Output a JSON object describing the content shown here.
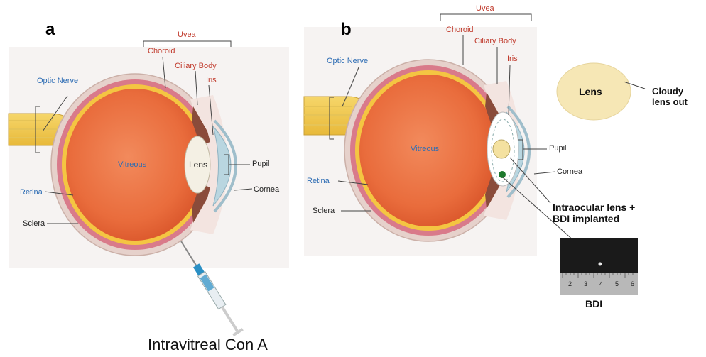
{
  "panel_a": {
    "letter": "a",
    "labels": {
      "uvea": "Uvea",
      "choroid": "Choroid",
      "ciliary_body": "Ciliary Body",
      "iris": "Iris",
      "optic_nerve": "Optic Nerve",
      "vitreous": "Vitreous",
      "lens": "Lens",
      "pupil": "Pupil",
      "cornea": "Cornea",
      "retina": "Retina",
      "sclera": "Sclera"
    },
    "caption": "Intravitreal Con A"
  },
  "panel_b": {
    "letter": "b",
    "labels": {
      "uvea": "Uvea",
      "choroid": "Choroid",
      "ciliary_body": "Ciliary Body",
      "iris": "Iris",
      "optic_nerve": "Optic Nerve",
      "vitreous": "Vitreous",
      "pupil": "Pupil",
      "cornea": "Cornea",
      "retina": "Retina",
      "sclera": "Sclera"
    },
    "removed_lens_label": "Lens",
    "cloudy_lens": "Cloudy\nlens out",
    "iol_label": "Intraocular lens +\nBDI implanted",
    "bdi_label": "BDI",
    "ruler_ticks": [
      "2",
      "3",
      "4",
      "5",
      "6"
    ]
  },
  "colors": {
    "vitreous_orange": "#ec7b48",
    "uvea_red": "#c0392b",
    "retina_blue": "#2e6db4",
    "sclera": "#e9d8d2",
    "cornea": "#b9d6e0",
    "bdi_dot": "#1e7a2e"
  }
}
